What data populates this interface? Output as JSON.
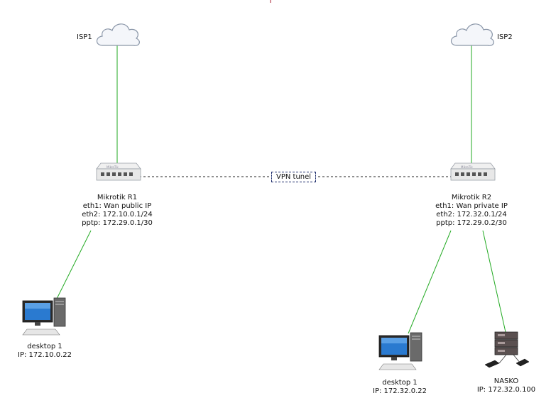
{
  "isp1": {
    "label": "ISP1"
  },
  "isp2": {
    "label": "ISP2"
  },
  "vpn": {
    "label": "VPN tunel"
  },
  "router1": {
    "lines": [
      "Mikrotik R1",
      "eth1: Wan public IP",
      "eth2: 172.10.0.1/24",
      "pptp: 172.29.0.1/30"
    ]
  },
  "router2": {
    "lines": [
      "Mikrotik R2",
      "eth1: Wan private IP",
      "eth2: 172.32.0.1/24",
      "pptp: 172.29.0.2/30"
    ]
  },
  "desktop_left": {
    "lines": [
      "desktop 1",
      "IP: 172.10.0.22"
    ]
  },
  "desktop_right": {
    "lines": [
      "desktop 1",
      "IP: 172.32.0.22"
    ]
  },
  "nas": {
    "lines": [
      "NASKO",
      "IP: 172.32.0.100"
    ]
  },
  "colors": {
    "link": "#22aa22",
    "vpn": "#222222",
    "vpn_box": "#1a2a6a"
  },
  "icons": {
    "cloud": "cloud-icon",
    "router": "router-icon",
    "desktop": "desktop-computer-icon",
    "nas": "nas-server-icon"
  }
}
